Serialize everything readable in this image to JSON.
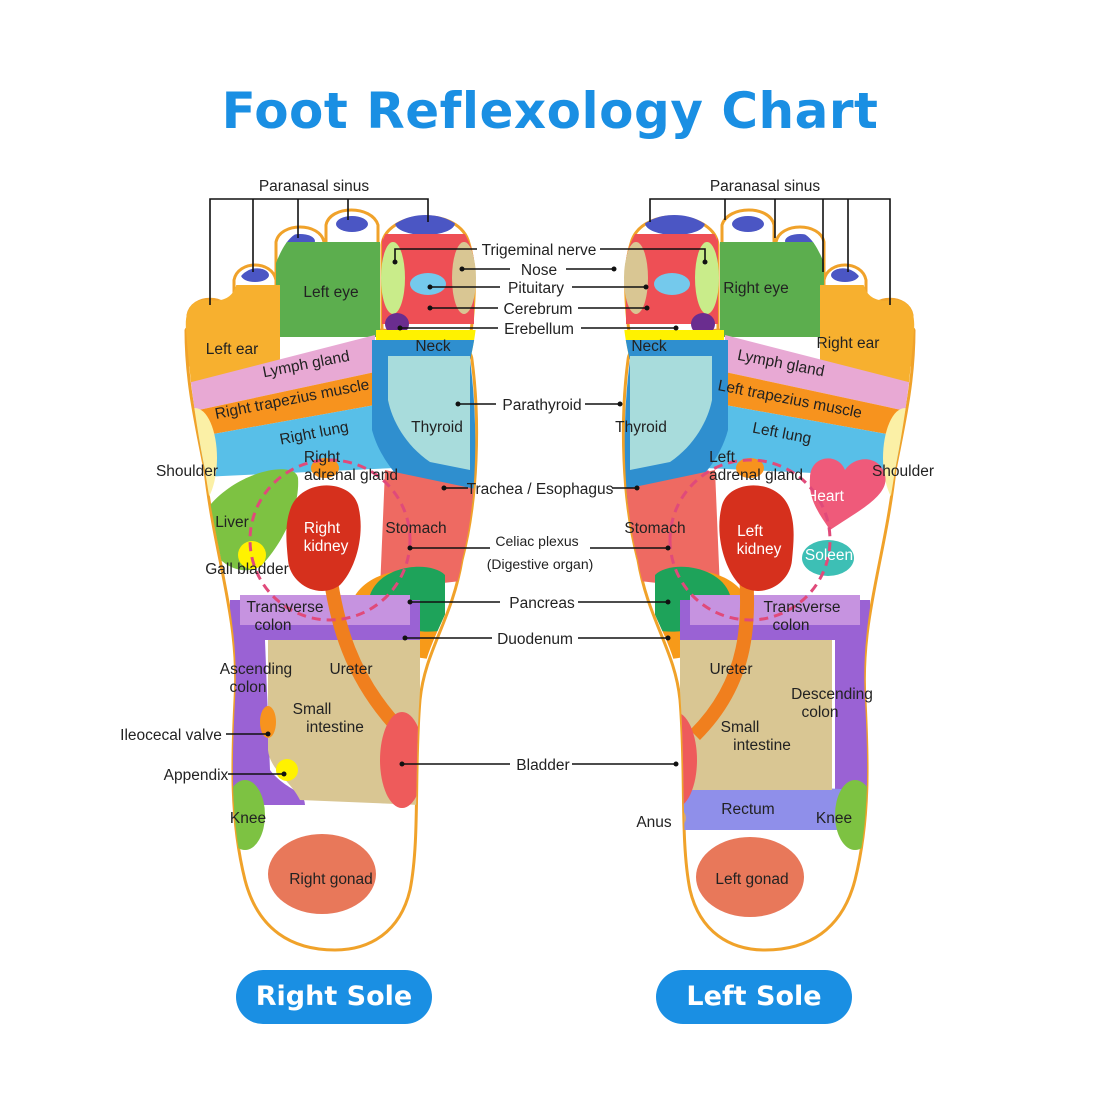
{
  "title": "Foot Reflexology Chart",
  "soles": {
    "right": "Right Sole",
    "left": "Left Sole"
  },
  "labels": {
    "paranasal_sinus": "Paranasal sinus",
    "trigeminal_nerve": "Trigeminal nerve",
    "nose": "Nose",
    "pituitary": "Pituitary",
    "cerebrum": "Cerebrum",
    "erebellum": "Erebellum",
    "neck": "Neck",
    "parathyroid": "Parathyroid",
    "thyroid": "Thyroid",
    "trachea_esophagus": "Trachea / Esophagus",
    "stomach": "Stomach",
    "celiac_plexus": "Celiac plexus",
    "digestive_organ": "(Digestive organ)",
    "pancreas": "Pancreas",
    "duodenum": "Duodenum",
    "bladder": "Bladder",
    "left_eye": "Left eye",
    "right_eye": "Right eye",
    "left_ear": "Left ear",
    "right_ear": "Right ear",
    "lymph_gland": "Lymph gland",
    "right_trapezius": "Right trapezius muscle",
    "left_trapezius": "Left trapezius muscle",
    "right_lung": "Right lung",
    "left_lung": "Left lung",
    "shoulder": "Shoulder",
    "right_adrenal_1": "Right",
    "right_adrenal_2": "adrenal gland",
    "left_adrenal_1": "Left",
    "left_adrenal_2": "adrenal gland",
    "liver": "Liver",
    "gall_bladder": "Gall bladder",
    "right_kidney_1": "Right",
    "right_kidney_2": "kidney",
    "left_kidney_1": "Left",
    "left_kidney_2": "kidney",
    "heart": "Heart",
    "spleen": "Soleen",
    "transverse_1": "Transverse",
    "transverse_2": "colon",
    "ascending_1": "Ascending",
    "ascending_2": "colon",
    "descending_1": "Descending",
    "descending_2": "colon",
    "ureter": "Ureter",
    "small_1": "Small",
    "small_2": "intestine",
    "ileocecal_valve": "Ileocecal valve",
    "appendix": "Appendix",
    "knee": "Knee",
    "rectum": "Rectum",
    "anus": "Anus",
    "right_gonad": "Right gonad",
    "left_gonad": "Left gonad"
  },
  "colors": {
    "title": "#1a8fe3",
    "outline": "#f0a22a",
    "head": "#ee4f55",
    "neck": "#fff200",
    "thyroid": "#a8dcdc",
    "trachea": "#2f8fcf",
    "stomach": "#ee6a62",
    "pancreas": "#1ea35a",
    "duodenum": "#f79a19",
    "eye": "#5cae4e",
    "ear": "#f7b02f",
    "lymph": "#e8a9d4",
    "trapezius": "#f7931e",
    "lung": "#58bfe8",
    "shoulder": "#fbf0a6",
    "liver": "#7dc242",
    "kidney": "#d6301d",
    "heart": "#ef5a7a",
    "spleen": "#3dbfb5",
    "colon": "#9a62d4",
    "intestine": "#d9c693",
    "bladder": "#ee5b5b",
    "knee": "#7dc242",
    "gonad": "#e8785a",
    "sinus": "#4b56c4"
  }
}
